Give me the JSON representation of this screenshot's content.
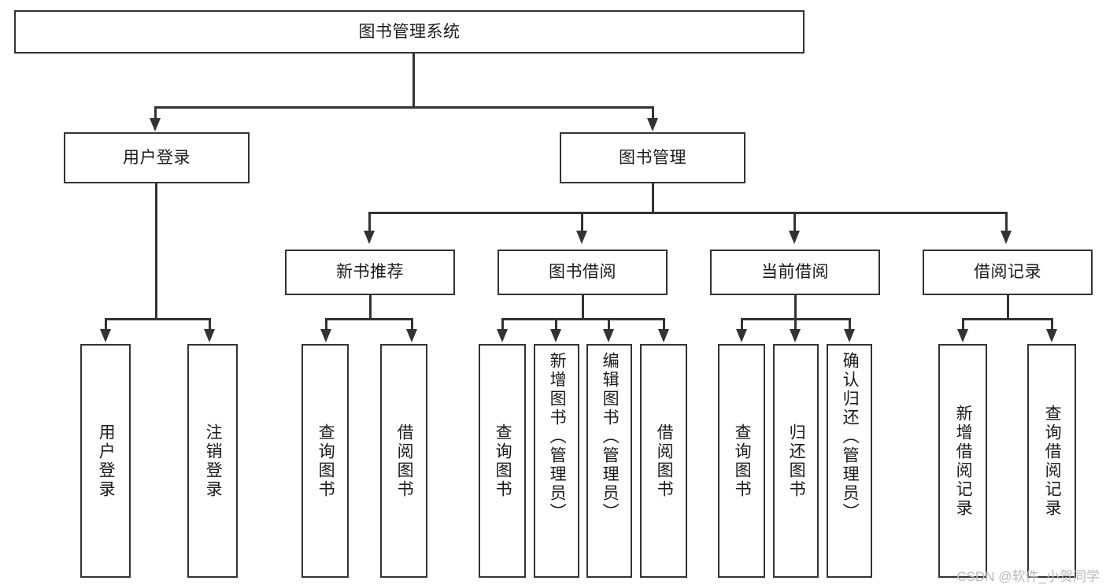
{
  "diagram": {
    "title": "图书管理系统",
    "watermark": "CSDN @软件_小贺同学",
    "colors": {
      "stroke": "#333333",
      "fill": "#ffffff",
      "text": "#1a1a1a",
      "watermark": "#b9b9b9"
    },
    "root": {
      "label": "图书管理系统"
    },
    "level2": [
      {
        "label": "用户登录"
      },
      {
        "label": "图书管理"
      }
    ],
    "level3": [
      {
        "label": "新书推荐"
      },
      {
        "label": "图书借阅"
      },
      {
        "label": "当前借阅"
      },
      {
        "label": "借阅记录"
      }
    ],
    "leaves": [
      {
        "label": "用户登录"
      },
      {
        "label": "注销登录"
      },
      {
        "label": "查询图书"
      },
      {
        "label": "借阅图书"
      },
      {
        "label": "查询图书"
      },
      {
        "label": "新增图书（管理员）"
      },
      {
        "label": "编辑图书（管理员）"
      },
      {
        "label": "借阅图书"
      },
      {
        "label": "查询图书"
      },
      {
        "label": "归还图书"
      },
      {
        "label": "确认归还（管理员）"
      },
      {
        "label": "新增借阅记录"
      },
      {
        "label": "查询借阅记录"
      }
    ]
  }
}
